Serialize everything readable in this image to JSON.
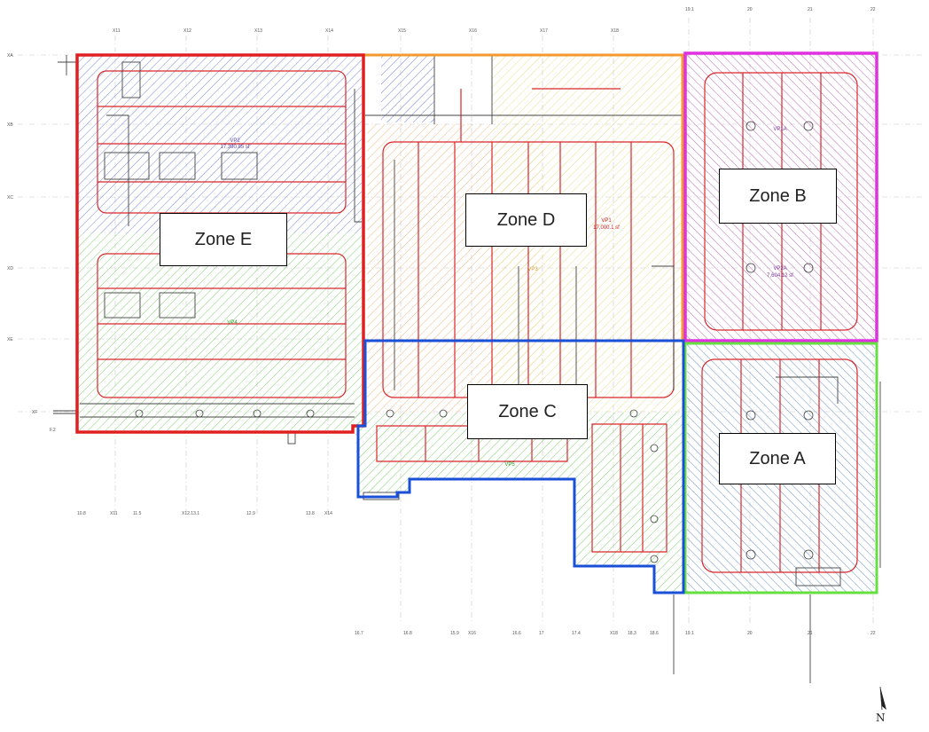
{
  "zones": [
    {
      "id": "A",
      "label": "Zone A",
      "border": "#66e040",
      "fill": "#6a8fd0"
    },
    {
      "id": "B",
      "label": "Zone B",
      "border": "#e030e0",
      "fill": "#c050b8"
    },
    {
      "id": "C",
      "label": "Zone C",
      "border": "#1a4fd8",
      "fill": "#7ccf6a"
    },
    {
      "id": "D",
      "label": "Zone D",
      "border": "#f29a2e",
      "fill": "#f0b882"
    },
    {
      "id": "E",
      "label": "Zone E",
      "border": "#e02020",
      "fill": "#8a8ad8"
    }
  ],
  "areas": {
    "vp1": {
      "name": "VP1",
      "value": "17,000.1 sf",
      "color": "#cc2222"
    },
    "vp2": {
      "name": "VP2",
      "value": "17,390.85 sf",
      "color": "#5a4aa8"
    },
    "vp3": {
      "name": "VP3",
      "value": "",
      "color": "#d9a040"
    },
    "vp4": {
      "name": "VP4",
      "value": "",
      "color": "#2aa02a"
    },
    "vp5": {
      "name": "VP5",
      "value": "",
      "color": "#2aa02a"
    },
    "vp2a": {
      "name": "VP2A",
      "value": "7,604.12 sf",
      "color": "#7a3a9a"
    },
    "vp1a": {
      "name": "VP1A",
      "value": "",
      "color": "#7a3a9a"
    }
  },
  "grid_top": [
    "X11",
    "X12",
    "X13",
    "X14",
    "X15",
    "X16",
    "X17",
    "X18",
    "19.1",
    "20",
    "21",
    "22"
  ],
  "grid_bottom": [
    "10.8",
    "X11",
    "11.5",
    "X12.13.1",
    "12.9",
    "13.8",
    "X14",
    "16.7",
    "16.8",
    "15.9",
    "X16",
    "16.6",
    "17",
    "17.4",
    "X18",
    "18.3",
    "18.6",
    "19.1",
    "20",
    "21",
    "22"
  ],
  "grid_left": [
    "XA",
    "XB",
    "XC",
    "XD",
    "XE",
    "XF",
    "F.2"
  ],
  "north_label": "N",
  "colors": {
    "red_line": "#d8262a",
    "plan_line": "#3a3a3a",
    "grid_line": "#b8b8b8"
  }
}
